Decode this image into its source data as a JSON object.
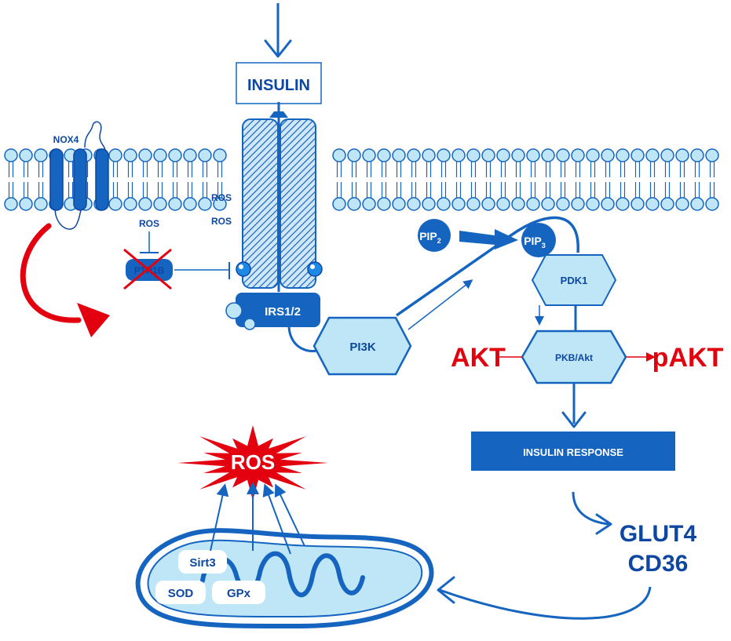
{
  "colors": {
    "primary": "#1565c0",
    "dark": "#0d47a1",
    "light": "#bfe6f7",
    "red": "#e3000f"
  },
  "labels": {
    "insulin": "INSULIN",
    "nox4": "NOX4",
    "ros_top_left": "ROS",
    "ros_mid_1": "ROS",
    "ros_mid_2": "ROS",
    "ptp1b": "PTP1B",
    "irs": "IRS1/2",
    "pi3k": "PI3K",
    "pip2_main": "PIP",
    "pip2_sub": "2",
    "pip3_main": "PIP",
    "pip3_sub": "3",
    "pdk1": "PDK1",
    "pkb": "PKB/Akt",
    "akt": "AKT",
    "pakt": "pAKT",
    "insulin_response": "INSULIN RESPONSE",
    "glut4": "GLUT4",
    "cd36": "CD36",
    "ros_burst": "ROS",
    "sirt3": "Sirt3",
    "sod": "SOD",
    "gpx": "GPx"
  }
}
